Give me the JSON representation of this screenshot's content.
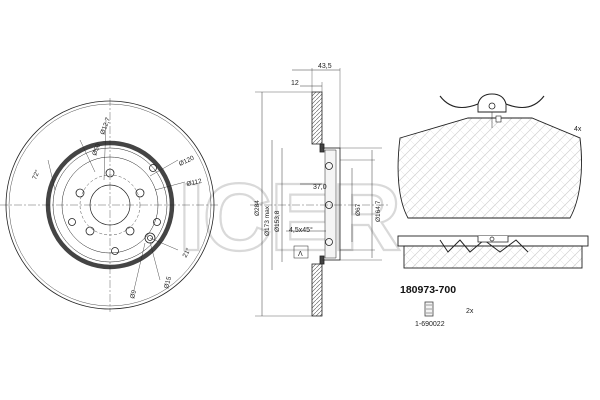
{
  "watermark": {
    "text": "ICER"
  },
  "disc_front": {
    "labels": {
      "angle_72": "72°",
      "bolt_circle": "Ø50",
      "center_bore": "Ø12,7",
      "outer_120": "Ø120",
      "inner_112": "Ø112",
      "angle_21": "21°",
      "hole_9": "Ø9",
      "hole_15": "Ø15"
    }
  },
  "disc_section": {
    "labels": {
      "overall_width": "43,5",
      "thickness_12": "12",
      "offset_37": "37,0",
      "chamfer": "4,5x45°",
      "diameter_284": "Ø284",
      "diameter_173": "Ø173 max",
      "diameter_153": "Ø153,8",
      "diameter_67": "Ø67",
      "diameter_164": "Ø164,7",
      "arrow_mark": "Λ"
    }
  },
  "pad": {
    "quantity": "4x"
  },
  "kit": {
    "part_number": "180973-700",
    "spring_quantity": "2x",
    "spring_ref": "1-690022"
  }
}
